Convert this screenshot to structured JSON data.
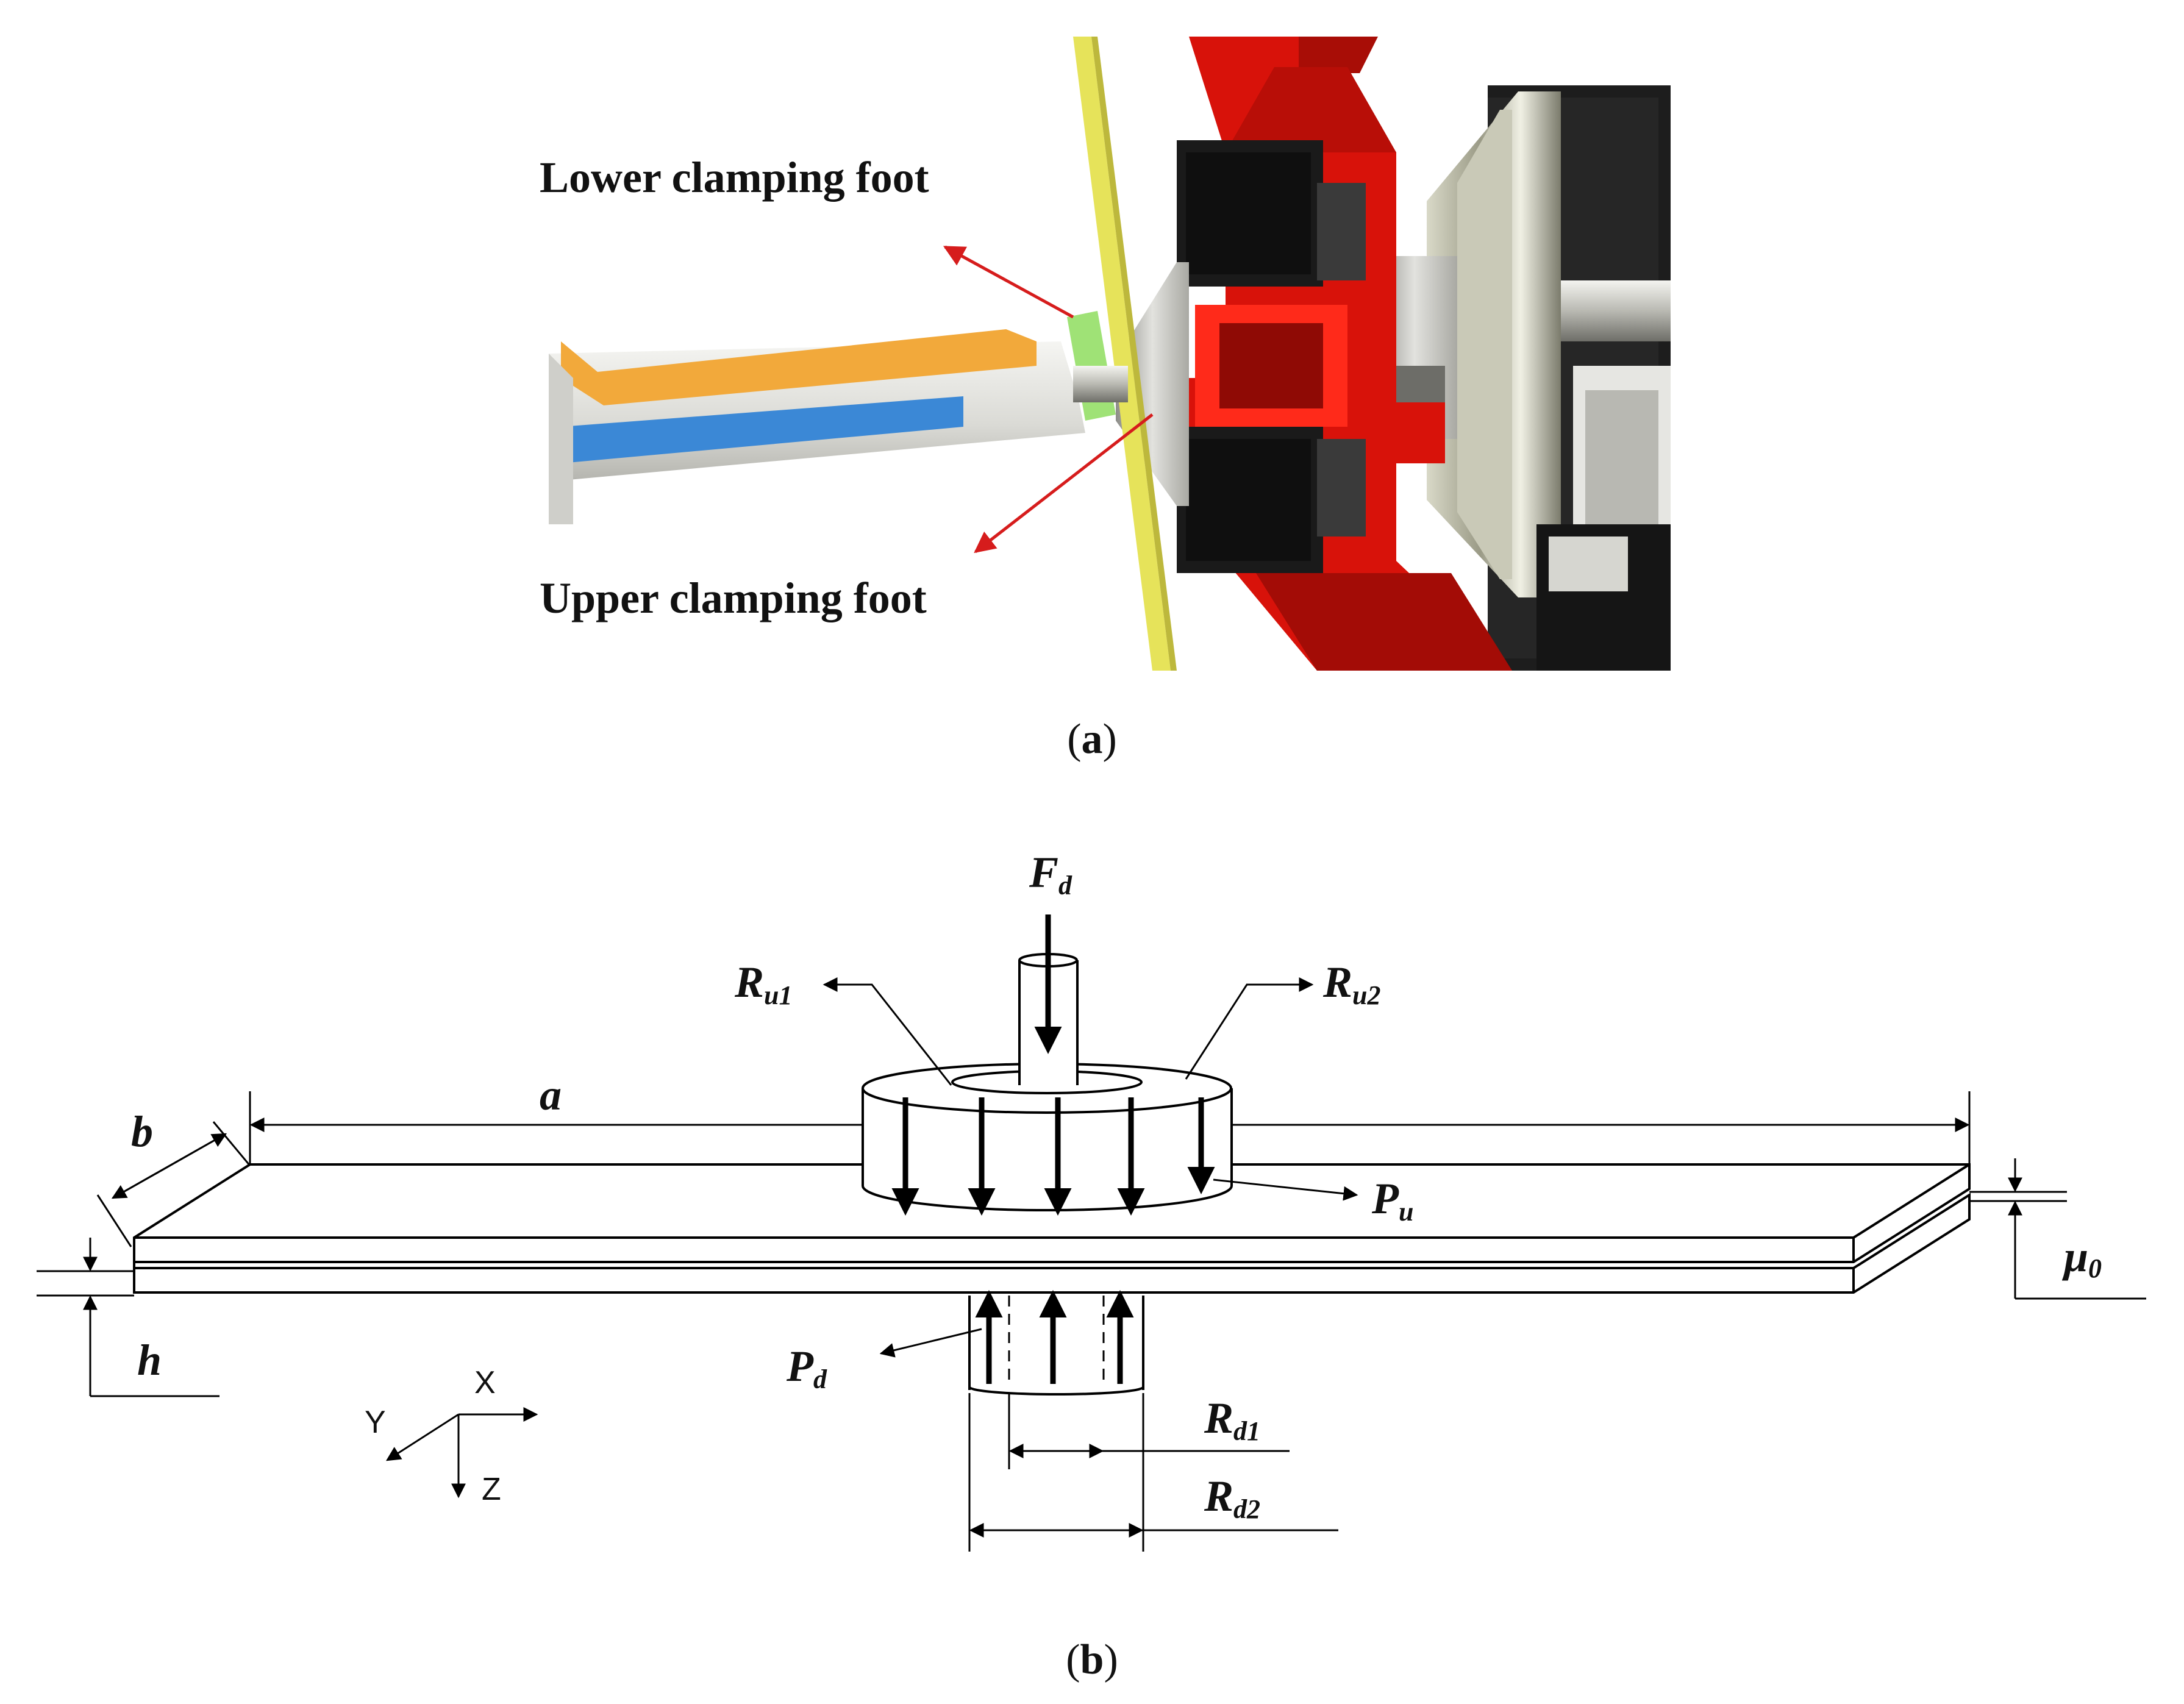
{
  "panel_a": {
    "caption_letter": "a",
    "label_lower": "Lower clamping foot",
    "label_upper": "Upper clamping foot",
    "colors": {
      "frame_red": "#d8120a",
      "panel_yellow": "#e6e35a",
      "tube_orange": "#f2a93b",
      "tube_blue": "#3b88d6"
    }
  },
  "panel_b": {
    "caption_letter": "b",
    "symbols": {
      "F": "F",
      "F_sub": "d",
      "Ru1": "R",
      "Ru1_sub": "u1",
      "Ru2": "R",
      "Ru2_sub": "u2",
      "Pu": "P",
      "Pu_sub": "u",
      "Pd": "P",
      "Pd_sub": "d",
      "Rd1": "R",
      "Rd1_sub": "d1",
      "Rd2": "R",
      "Rd2_sub": "d2",
      "a": "a",
      "b": "b",
      "h": "h",
      "mu": "μ",
      "mu_sub": "0"
    },
    "axes": {
      "x": "X",
      "y": "Y",
      "z": "Z"
    }
  }
}
